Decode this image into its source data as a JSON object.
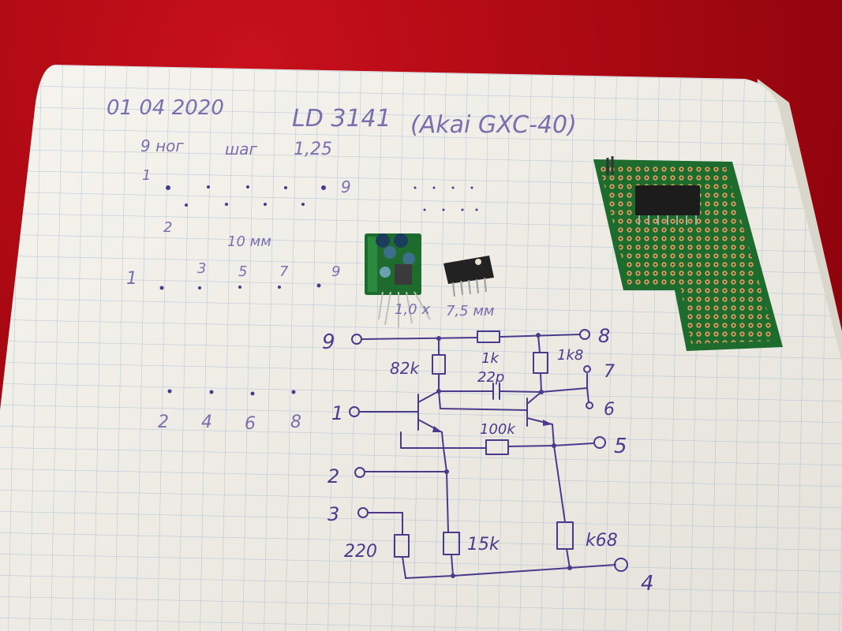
{
  "colors": {
    "table_red": "#b00a14",
    "paper": "#f4f2ec",
    "grid": "#9ab3d6",
    "ink": "#4a3a8c",
    "pcb_green": "#1e6b2e",
    "pcb_pad": "#c9a35a"
  },
  "header": {
    "date": "01 04 2020",
    "part": "LD 3141",
    "source": "(Akai GXC-40)"
  },
  "pitch_note": {
    "label": "9 ног",
    "pitch_word": "шаг",
    "pitch_value": "1,25"
  },
  "row1": {
    "first": "1",
    "last": "9",
    "second_row_first": "2"
  },
  "spacing_note": "10 мм",
  "row2_odd": [
    "1",
    "3",
    "5",
    "7",
    "9"
  ],
  "row2_even": [
    "2",
    "4",
    "6",
    "8"
  ],
  "size_note": "7,5 мм",
  "size_note_prefix": "1,0 x",
  "schematic": {
    "pins": [
      "9",
      "8",
      "7",
      "6",
      "1",
      "5",
      "2",
      "3",
      "4"
    ],
    "resistors": {
      "r1": "1k",
      "r82": "82k",
      "r1k8": "1k8",
      "r100": "100k",
      "r220": "220",
      "r15": "15k",
      "rk68": "k68"
    },
    "capacitor": "22p"
  }
}
